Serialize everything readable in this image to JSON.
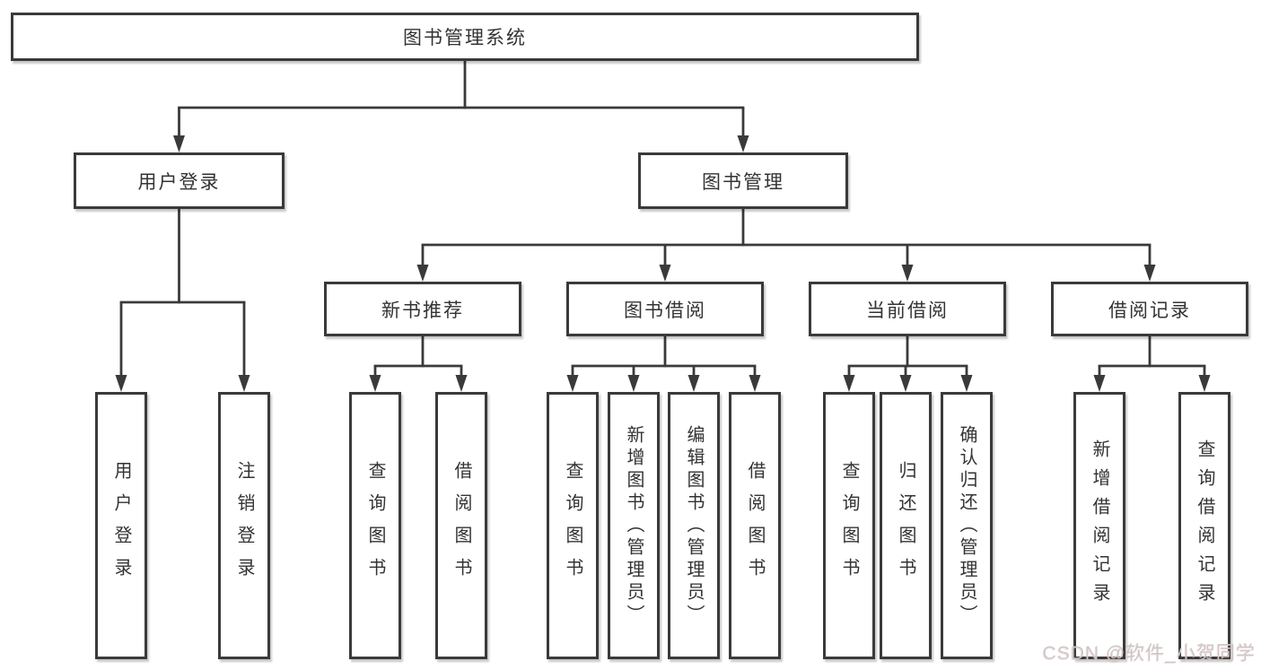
{
  "page": {
    "background": "#ffffff"
  },
  "colors": {
    "line": "#3a3a3a",
    "box_border": "#3a3a3a",
    "text": "#333333",
    "watermark_text": "#c9c9c9"
  },
  "watermark": {
    "text": "CSDN @软件_小贺同学"
  },
  "tree": {
    "label": "图书管理系统",
    "children": [
      {
        "label": "用户登录",
        "children": [
          {
            "label": "用户登录"
          },
          {
            "label": "注销登录"
          }
        ]
      },
      {
        "label": "图书管理",
        "children": [
          {
            "label": "新书推荐",
            "children": [
              {
                "label": "查询图书"
              },
              {
                "label": "借阅图书"
              }
            ]
          },
          {
            "label": "图书借阅",
            "children": [
              {
                "label": "查询图书"
              },
              {
                "label": "新增图书（管理员）"
              },
              {
                "label": "编辑图书（管理员）"
              },
              {
                "label": "借阅图书"
              }
            ]
          },
          {
            "label": "当前借阅",
            "children": [
              {
                "label": "查询图书"
              },
              {
                "label": "归还图书"
              },
              {
                "label": "确认归还（管理员）"
              }
            ]
          },
          {
            "label": "借阅记录",
            "children": [
              {
                "label": "新增借阅记录"
              },
              {
                "label": "查询借阅记录"
              }
            ]
          }
        ]
      }
    ]
  }
}
